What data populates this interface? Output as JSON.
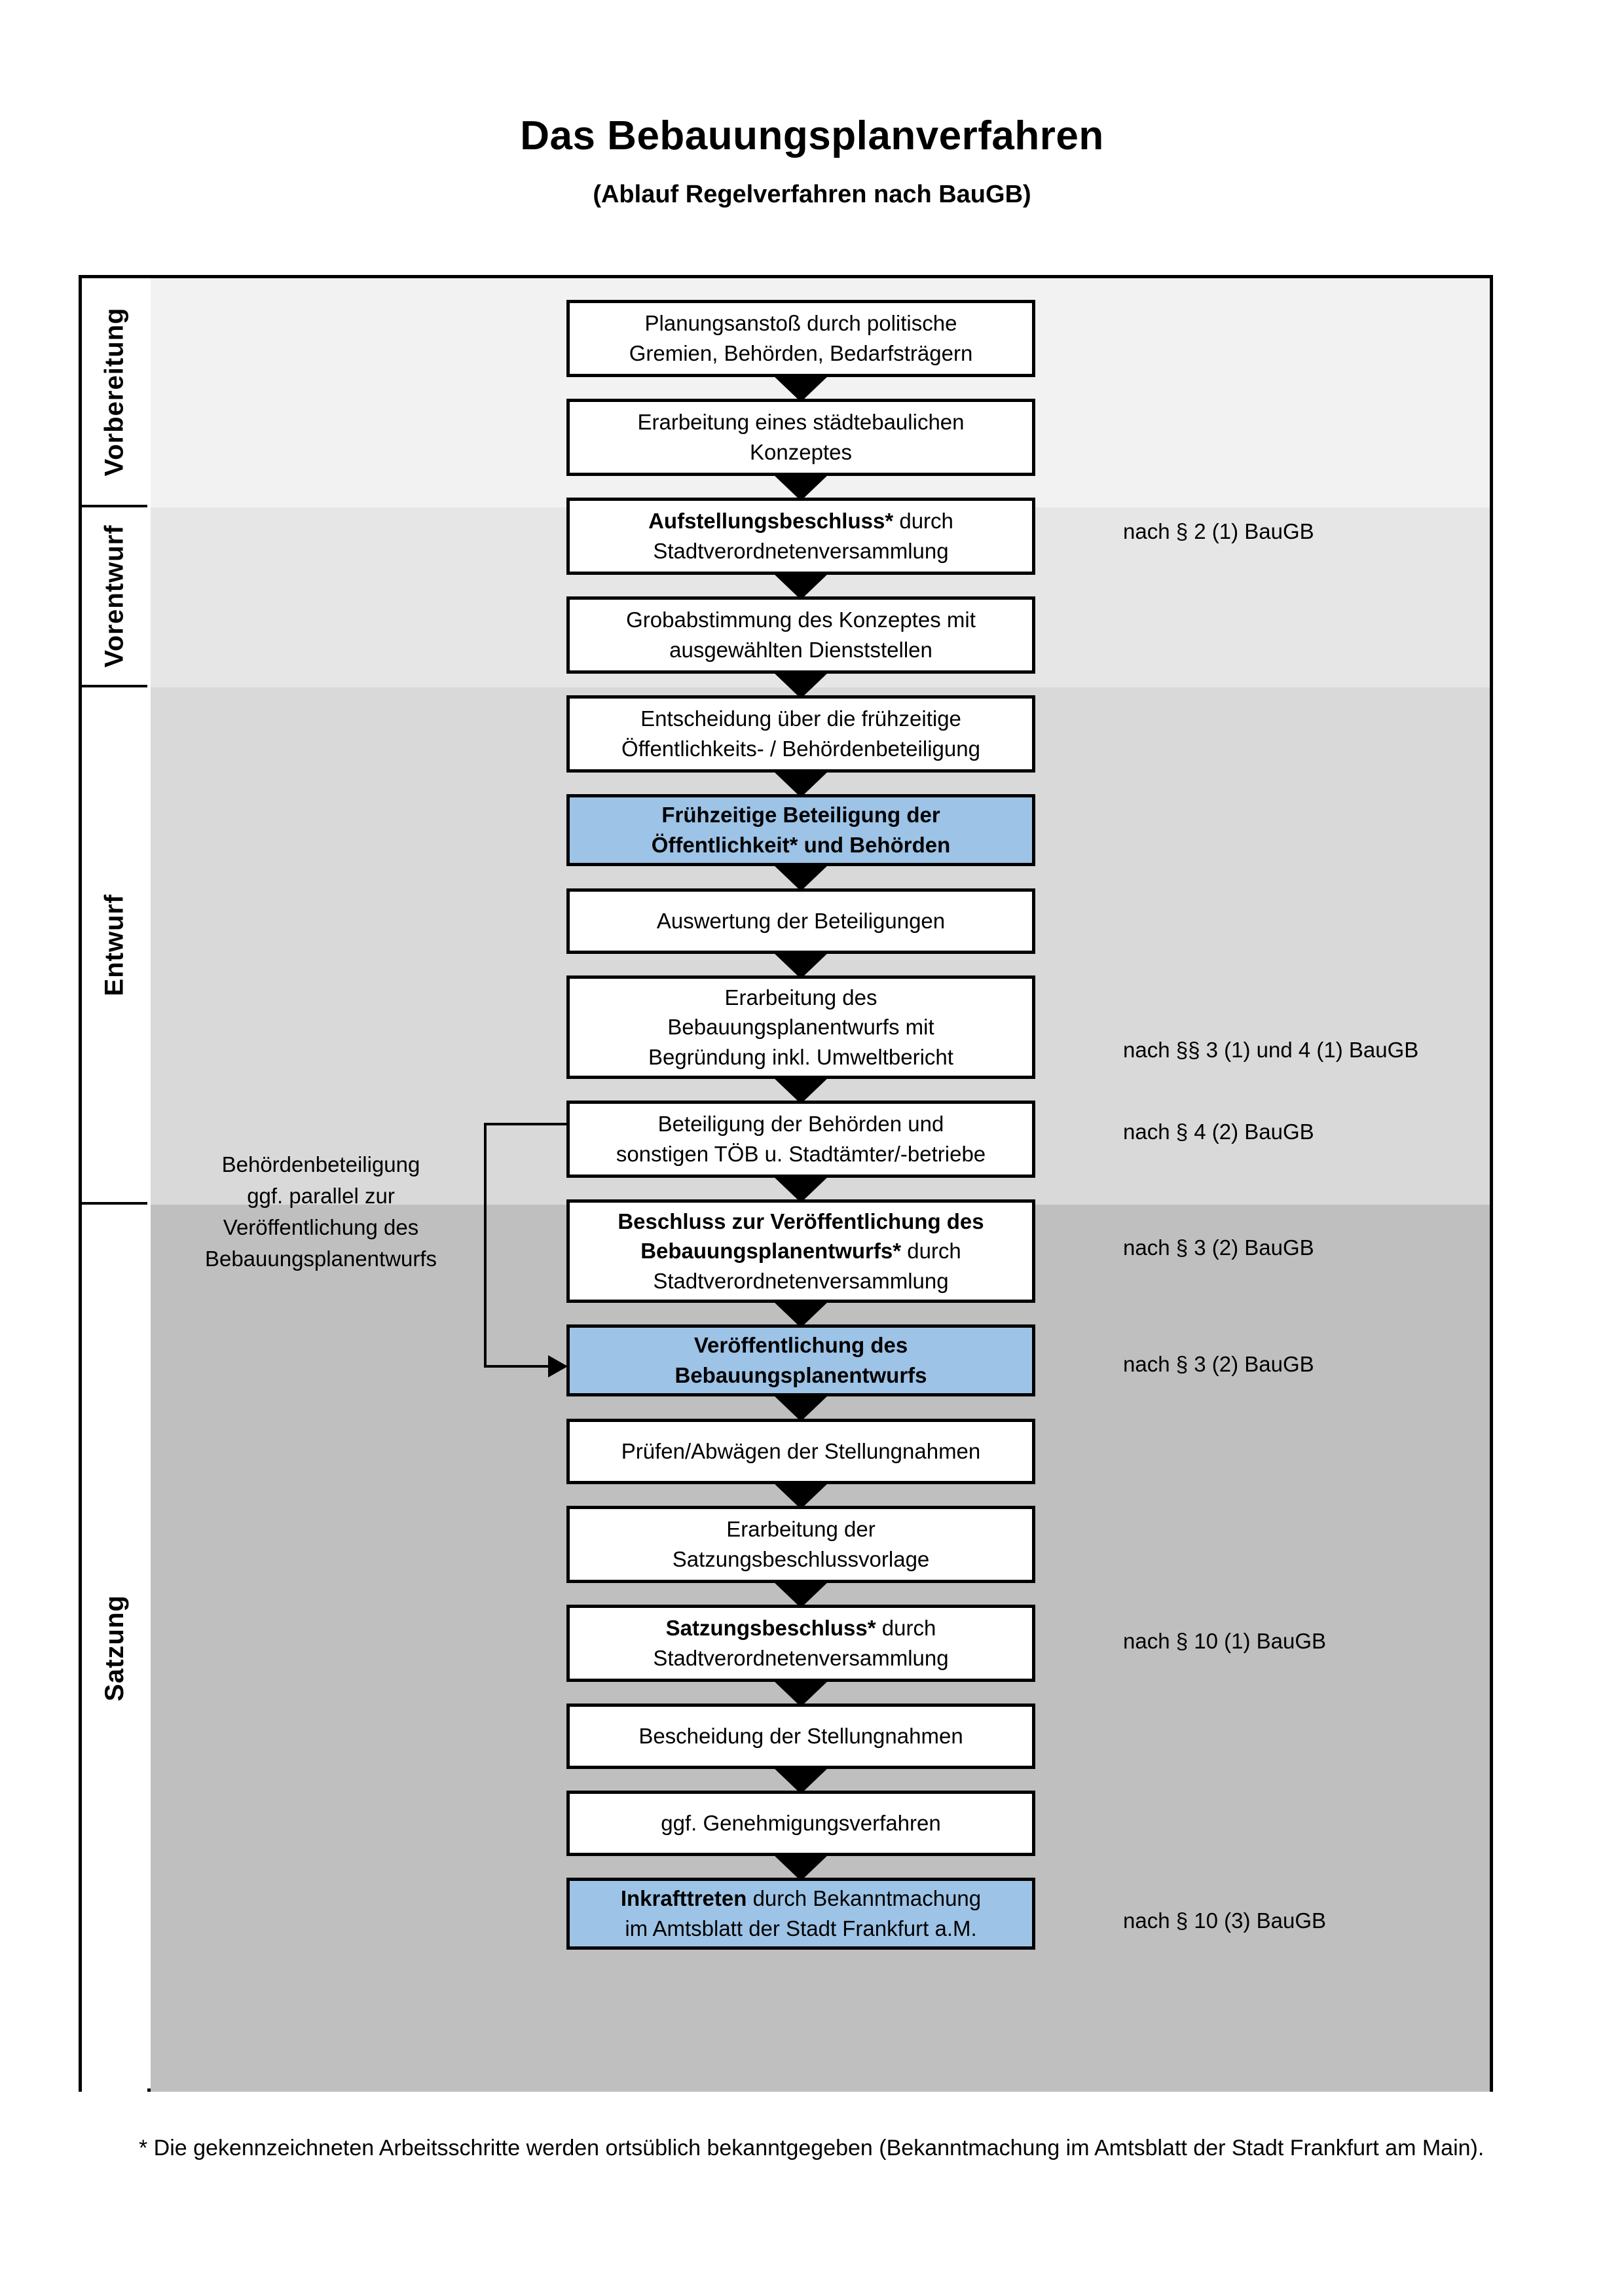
{
  "header": {
    "title": "Das Bebauungsplanverfahren",
    "subtitle": "(Ablauf Regelverfahren nach BauGB)"
  },
  "colors": {
    "highlight_box": "#9DC3E6",
    "band_vorbereitung": "#F2F2F2",
    "band_vorentwurf": "#E6E6E6",
    "band_entwurf": "#D9D9D9",
    "band_satzung": "#BFBFBF",
    "border": "#000000"
  },
  "phases": [
    {
      "id": "vorbereitung",
      "label": "Vorbereitung"
    },
    {
      "id": "vorentwurf",
      "label": "Vorentwurf"
    },
    {
      "id": "entwurf",
      "label": "Entwurf"
    },
    {
      "id": "satzung",
      "label": "Satzung"
    }
  ],
  "steps": [
    {
      "id": "planungsanstoss",
      "phase": "vorbereitung",
      "highlight": false,
      "line1": "Planungsanstoß durch politische",
      "line2": "Gremien, Behörden, Bedarfsträgern"
    },
    {
      "id": "staedtebauliches-konzept",
      "phase": "vorbereitung",
      "highlight": false,
      "line1": "Erarbeitung eines städtebaulichen",
      "line2": "Konzeptes"
    },
    {
      "id": "aufstellungsbeschluss",
      "phase": "vorbereitung",
      "highlight": false,
      "bold1": "Aufstellungsbeschluss*",
      "rest1": " durch",
      "line2": "Stadtverordnetenversammlung"
    },
    {
      "id": "grobabstimmung",
      "phase": "vorentwurf",
      "highlight": false,
      "line1": "Grobabstimmung des Konzeptes mit",
      "line2": "ausgewählten Dienststellen"
    },
    {
      "id": "entscheidung-fruehzeitige",
      "phase": "vorentwurf",
      "highlight": false,
      "line1": "Entscheidung über die frühzeitige",
      "line2": "Öffentlichkeits- / Behördenbeteiligung"
    },
    {
      "id": "fruehzeitige-beteiligung",
      "phase": "vorentwurf",
      "highlight": true,
      "bold1": "Frühzeitige Beteiligung der",
      "bold2": "Öffentlichkeit* und Behörden"
    },
    {
      "id": "auswertung-beteiligungen",
      "phase": "entwurf",
      "highlight": false,
      "line1": "Auswertung der Beteiligungen"
    },
    {
      "id": "erarbeitung-entwurf",
      "phase": "entwurf",
      "highlight": false,
      "line1": "Erarbeitung des",
      "line2": "Bebauungsplanentwurfs mit",
      "line3": "Begründung inkl. Umweltbericht"
    },
    {
      "id": "beteiligung-behoerden",
      "phase": "entwurf",
      "highlight": false,
      "line1": "Beteiligung der Behörden und",
      "line2": "sonstigen TÖB u. Stadtämter/-betriebe"
    },
    {
      "id": "beschluss-veroeffentlichung",
      "phase": "entwurf",
      "highlight": false,
      "bold1": "Beschluss zur Veröffentlichung des",
      "bold2": "Bebauungsplanentwurfs*",
      "rest2": " durch",
      "line3": "Stadtverordnetenversammlung"
    },
    {
      "id": "veroeffentlichung-entwurf",
      "phase": "entwurf",
      "highlight": true,
      "bold1": "Veröffentlichung des",
      "bold2": "Bebauungsplanentwurfs"
    },
    {
      "id": "pruefen-abwaegen",
      "phase": "satzung",
      "highlight": false,
      "line1": "Prüfen/Abwägen der Stellungnahmen"
    },
    {
      "id": "erarbeitung-satzungsvorlage",
      "phase": "satzung",
      "highlight": false,
      "line1": "Erarbeitung der",
      "line2": "Satzungsbeschlussvorlage"
    },
    {
      "id": "satzungsbeschluss",
      "phase": "satzung",
      "highlight": false,
      "bold1": "Satzungsbeschluss*",
      "rest1": " durch",
      "line2": "Stadtverordnetenversammlung"
    },
    {
      "id": "bescheidung-stellungnahmen",
      "phase": "satzung",
      "highlight": false,
      "line1": "Bescheidung der Stellungnahmen"
    },
    {
      "id": "genehmigungsverfahren",
      "phase": "satzung",
      "highlight": false,
      "line1": "ggf. Genehmigungsverfahren"
    },
    {
      "id": "inkrafttreten",
      "phase": "satzung",
      "highlight": true,
      "bold1": "Inkrafttreten",
      "rest1": " durch Bekanntmachung",
      "line2": "im Amtsblatt der Stadt Frankfurt a.M."
    }
  ],
  "legal_notes": [
    {
      "id": "legal-par2-1",
      "text": "nach § 2 (1) BauGB"
    },
    {
      "id": "legal-par3-1-4-1",
      "text": "nach §§ 3 (1) und 4 (1) BauGB"
    },
    {
      "id": "legal-par4-2",
      "text": "nach § 4 (2) BauGB"
    },
    {
      "id": "legal-par3-2-a",
      "text": "nach § 3 (2) BauGB"
    },
    {
      "id": "legal-par3-2-b",
      "text": "nach § 3 (2) BauGB"
    },
    {
      "id": "legal-par10-1",
      "text": "nach § 10 (1) BauGB"
    },
    {
      "id": "legal-par10-3",
      "text": "nach § 10 (3) BauGB"
    }
  ],
  "side_note": {
    "line1": "Behördenbeteiligung",
    "line2": "ggf. parallel zur",
    "line3": "Veröffentlichung des",
    "line4": "Bebauungsplanentwurfs"
  },
  "footnote": {
    "text": "* Die gekennzeichneten Arbeitsschritte werden ortsüblich bekanntgegeben (Bekanntmachung im Amtsblatt  der Stadt Frankfurt am Main)."
  }
}
